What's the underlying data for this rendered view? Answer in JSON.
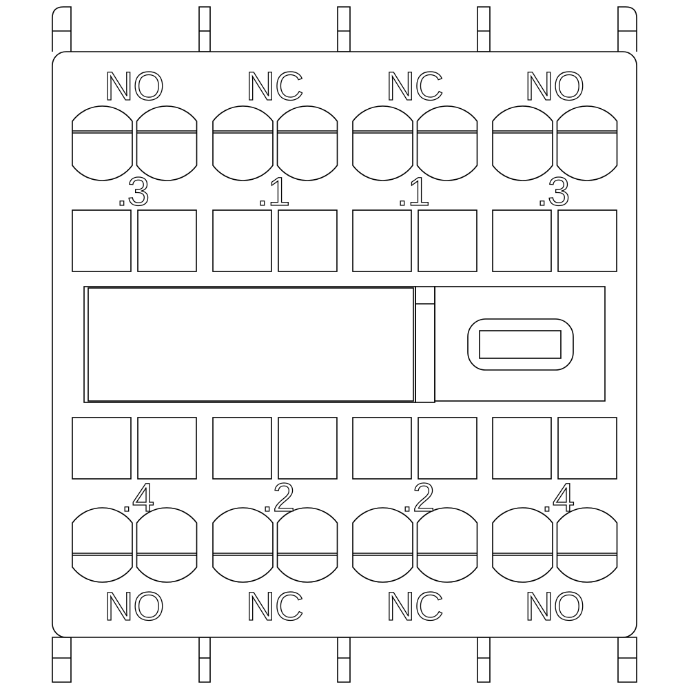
{
  "top_labels": [
    "NO",
    "NC",
    "NC",
    "NO"
  ],
  "top_terminal_numbers": [
    ".3",
    ".1",
    ".1",
    ".3"
  ],
  "bottom_terminal_numbers": [
    ".4",
    ".2",
    ".2",
    ".4"
  ],
  "bottom_labels": [
    "NO",
    "NC",
    "NC",
    "NO"
  ],
  "colors": {
    "line": "#000000",
    "background": "#ffffff"
  }
}
